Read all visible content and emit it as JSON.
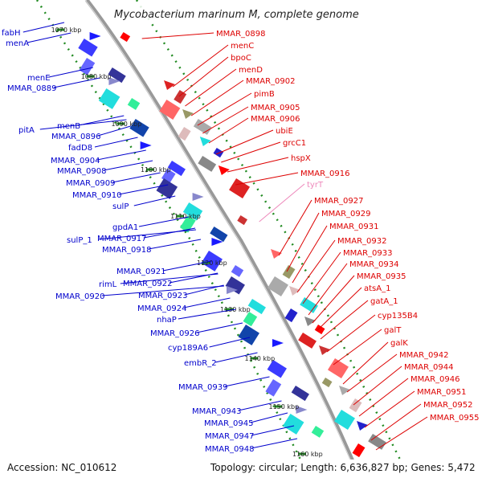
{
  "title": "Mycobacterium marinum M, complete genome",
  "footer": {
    "accession": "Accession: NC_010612",
    "topology": "Topology: circular; Length: 6,636,827 bp; Genes: 5,472"
  },
  "colors": {
    "left_labels": "#0000cc",
    "right_labels": "#dd0000",
    "trna_label": "#ee88bb",
    "backbone": "#999999",
    "tick": "#228b22"
  },
  "ticks": [
    "1070 kbp",
    "1080 kbp",
    "1090 kbp",
    "1100 kbp",
    "1110 kbp",
    "1120 kbp",
    "1130 kbp",
    "1140 kbp",
    "1150 kbp",
    "1160 kbp"
  ],
  "left_labels": [
    "fabH",
    "menA",
    "menE",
    "MMAR_0889",
    "pitA",
    "menB",
    "MMAR_0896",
    "fadD8",
    "MMAR_0904",
    "MMAR_0908",
    "MMAR_0909",
    "MMAR_0910",
    "sulP",
    "gpdA1",
    "sulP_1",
    "MMAR_0917",
    "MMAR_0918",
    "MMAR_0921",
    "rimL",
    "MMAR_0922",
    "MMAR_0920",
    "MMAR_0923",
    "MMAR_0924",
    "nhaP",
    "MMAR_0926",
    "cyp189A6",
    "embR_2",
    "MMAR_0939",
    "MMAR_0943",
    "MMAR_0945",
    "MMAR_0947",
    "MMAR_0948"
  ],
  "right_labels": [
    "MMAR_0898",
    "menC",
    "bpoC",
    "menD",
    "MMAR_0902",
    "pimB",
    "MMAR_0905",
    "MMAR_0906",
    "ubiE",
    "grcC1",
    "hspX",
    "MMAR_0916",
    "tyrT",
    "MMAR_0927",
    "MMAR_0929",
    "MMAR_0931",
    "MMAR_0932",
    "MMAR_0933",
    "MMAR_0934",
    "MMAR_0935",
    "atsA_1",
    "gatA_1",
    "cyp135B4",
    "galT",
    "galK",
    "MMAR_0942",
    "MMAR_0944",
    "MMAR_0946",
    "MMAR_0951",
    "MMAR_0952",
    "MMAR_0955"
  ]
}
